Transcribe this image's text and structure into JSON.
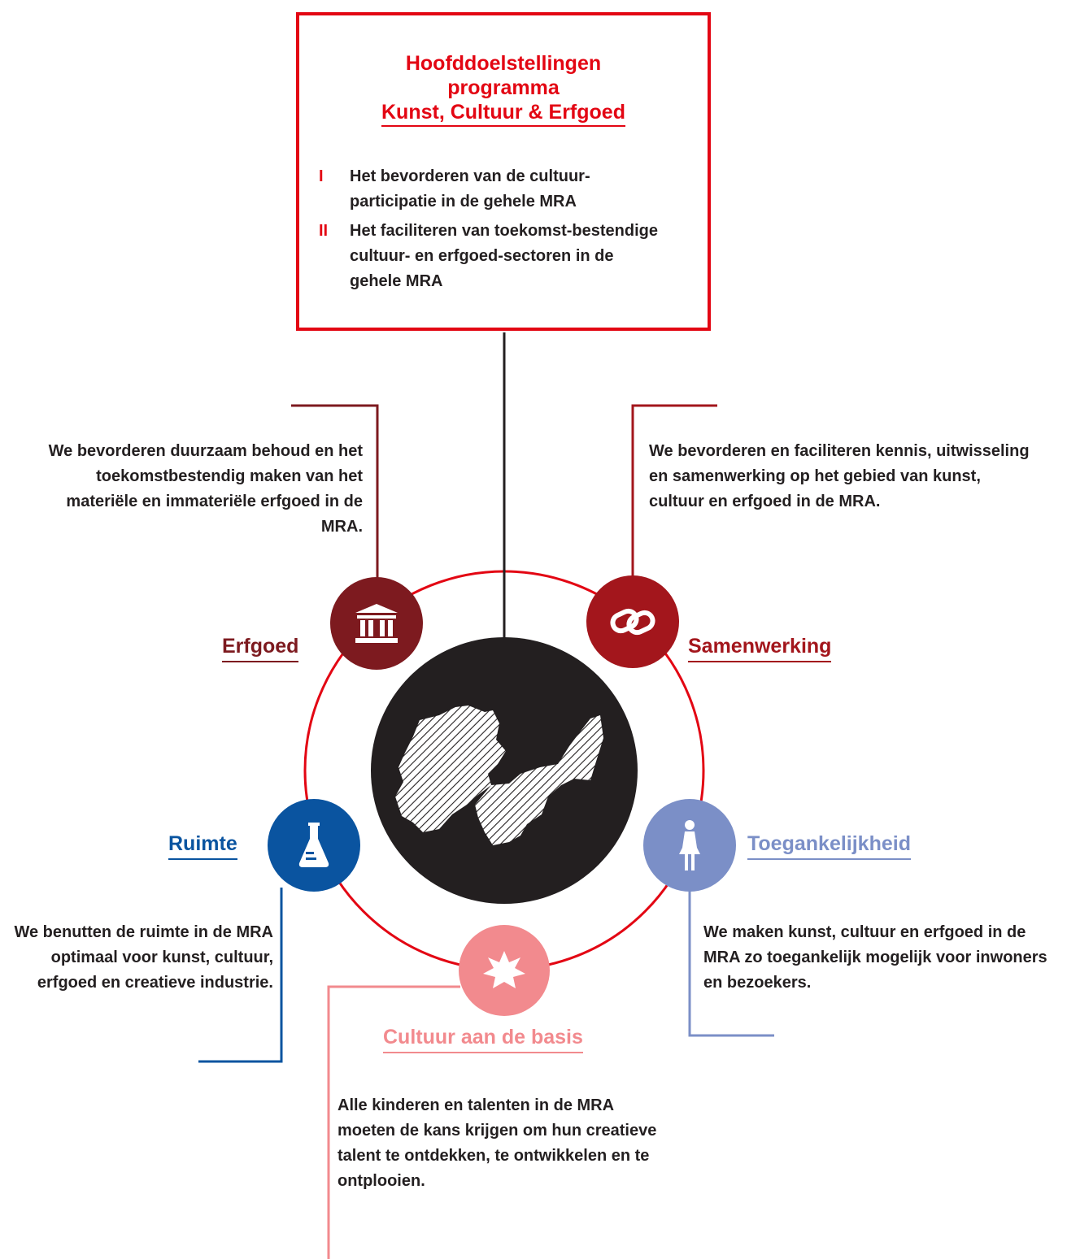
{
  "header": {
    "title_line1": "Hoofddoelstellingen",
    "title_line2": "programma",
    "title_line3": "Kunst, Cultuur & Erfgoed",
    "objectives": [
      {
        "numeral": "I",
        "text": "Het bevorderen van de cultuur-participatie in de gehele MRA"
      },
      {
        "numeral": "II",
        "text": "Het faciliteren van toekomst-bestendige cultuur- en erfgoed-sectoren in de gehele MRA"
      }
    ]
  },
  "themes": {
    "erfgoed": {
      "label": "Erfgoed",
      "icon": "building-columns-icon",
      "description": "We bevorderen duurzaam behoud en het toekomstbestendig maken van het materiële en immateriële erfgoed in de MRA."
    },
    "samenwerking": {
      "label": "Samenwerking",
      "icon": "link-icon",
      "description": "We bevorderen en faciliteren kennis, uitwisseling en samenwerking op het gebied van kunst, cultuur en erfgoed in de MRA."
    },
    "ruimte": {
      "label": "Ruimte",
      "icon": "flask-icon",
      "description": "We benutten de ruimte in de MRA optimaal voor kunst, cultuur, erfgoed en creatieve industrie."
    },
    "toegankelijkheid": {
      "label": "Toegankelijkheid",
      "icon": "person-icon",
      "description": "We maken kunst, cultuur en erfgoed in de MRA zo toegankelijk mogelijk voor inwoners en bezoekers."
    },
    "basis": {
      "label": "Cultuur aan de basis",
      "icon": "star-burst-icon",
      "description": "Alle kinderen en talenten in de MRA moeten de kans krijgen om hun creatieve talent te ontdekken, te ontwikkelen en te ontplooien."
    }
  },
  "center": {
    "icon": "mra-region-map-icon"
  },
  "colors": {
    "accent_red": "#e30613",
    "erfgoed": "#7d1a1f",
    "samenwerking": "#a3161c",
    "ruimte": "#0a54a0",
    "toegankelijkheid": "#7b8fc7",
    "basis": "#f28a8e",
    "center_fill": "#231f20",
    "text": "#231f20"
  }
}
